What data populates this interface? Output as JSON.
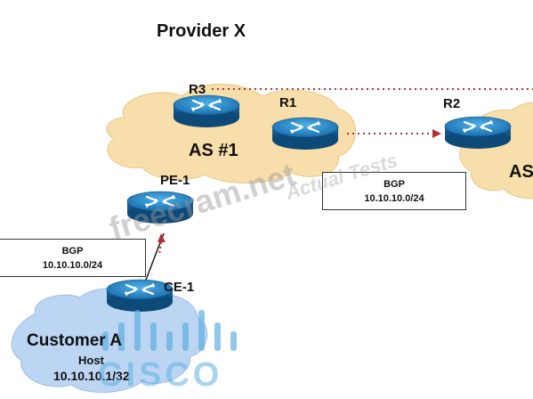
{
  "title": "Provider X",
  "as1_label": "AS #1",
  "as2_label": "AS",
  "routers": {
    "r3": "R3",
    "r1": "R1",
    "r2": "R2",
    "pe1": "PE-1",
    "ce1": "CE-1"
  },
  "bgp_box_right": {
    "title": "BGP",
    "prefix": "10.10.10.0/24"
  },
  "bgp_box_left": {
    "title": "BGP",
    "prefix": "10.10.10.0/24"
  },
  "customer": {
    "name": "Customer A",
    "host_label": "Host",
    "host_ip": "10.10.10.1/32"
  },
  "watermark": {
    "text1": "freecram.net",
    "text2": "Actual Tests",
    "logo": "CISCO"
  },
  "colors": {
    "cloud_as": "#f8deaa",
    "cloud_customer": "#bcd5f3",
    "router_blue": "#1f7fc2",
    "link_dotted": "#b03030"
  }
}
